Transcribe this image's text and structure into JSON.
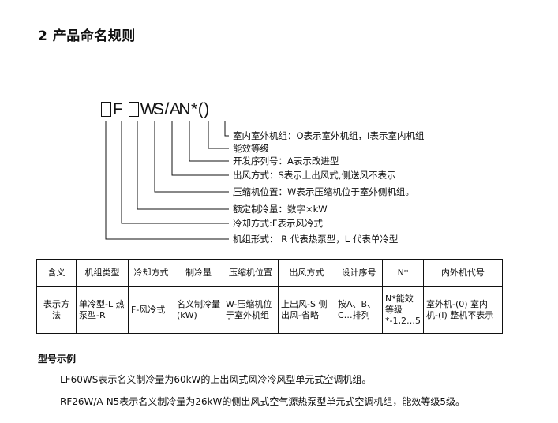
{
  "heading": "2 产品命名规则",
  "model_code": {
    "parts": [
      "F",
      "W",
      "S",
      "/",
      "A",
      "N*",
      "()"
    ]
  },
  "legend": [
    "室内室外机组：O表示室外机组，I表示室内机组",
    "能效等级",
    "开发序列号：A表示改进型",
    "出风方式：S表示上出风式,侧送风不表示",
    "压缩机位置：W表示压缩机位于室外侧机组。",
    "额定制冷量：数字×kW",
    "冷却方式:F表示风冷式",
    "机组形式： R 代表热泵型，L 代表单冷型"
  ],
  "table": {
    "headers": [
      "含义",
      "机组类型",
      "冷却方式",
      "制冷量",
      "压缩机位置",
      "出风方式",
      "设计序号",
      "N*",
      "内外机代号"
    ],
    "row_label": "表示方法",
    "cells": [
      "单冷型-L 热泵型-R",
      "F-风冷式",
      "名义制冷量(kW)",
      "W-压缩机位于室外机组",
      "上出风-S 侧出风-省略",
      "按A、B、C…排列",
      "N*能效等级 *-1,2…5",
      "室外机-(0) 室内机-(I) 整机不表示"
    ]
  },
  "examples": {
    "title": "型号示例",
    "lines": [
      "LF60WS表示名义制冷量为60kW的上出风式风冷冷风型单元式空调机组。",
      "RF26W/A-N5表示名义制冷量为26kW的侧出风式空气源热泵型单元式空调机组，能效等级5级。"
    ]
  }
}
